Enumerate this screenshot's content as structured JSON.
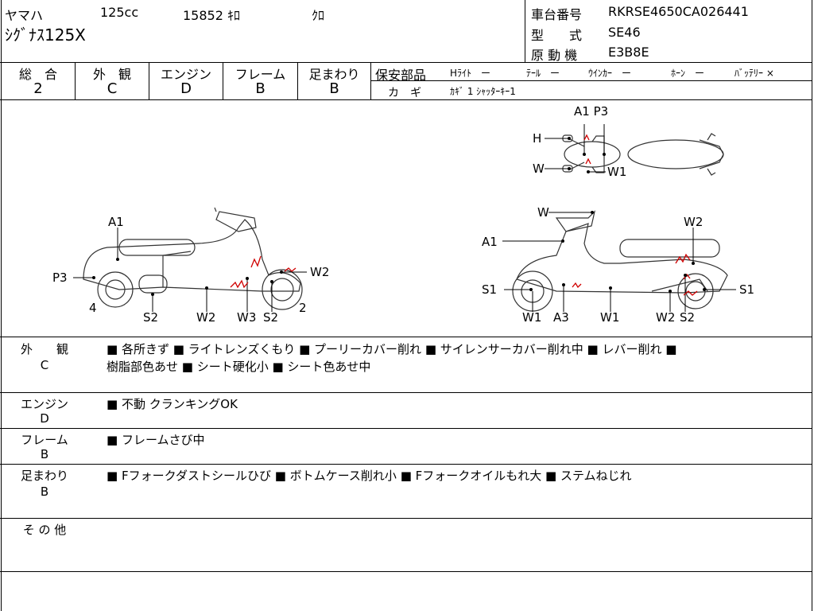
{
  "header": {
    "maker": "ヤマハ",
    "displacement": "125cc",
    "mileage": "15852 ｷﾛ",
    "color": "ｸﾛ",
    "model_name": "ｼｸﾞﾅｽ125X",
    "frame_no_label": "車台番号",
    "frame_no": "RKRSE4650CA026441",
    "type_label": "型　　式",
    "type_value": "SE46",
    "engine_label": "原 動 機",
    "engine_value": "E3B8E"
  },
  "grades": {
    "overall": {
      "label": "総　合",
      "value": "2"
    },
    "exterior": {
      "label": "外　観",
      "value": "C"
    },
    "engine": {
      "label": "エンジン",
      "value": "D"
    },
    "frame": {
      "label": "フレーム",
      "value": "B"
    },
    "suspension": {
      "label": "足まわり",
      "value": "B"
    }
  },
  "security_parts": {
    "label": "保安部品",
    "items": [
      "Hﾗｲﾄ　ー",
      "ﾃｰﾙ　ー",
      "ｳｲﾝｶｰ　ー",
      "ﾎｰﾝ　ー",
      "ﾊﾞｯﾃﾘｰ ×"
    ],
    "key_label": "カ　ギ",
    "key_value": "ｶｷﾞ 1  ｼｬｯﾀｰｷｰ1"
  },
  "diagram_labels": {
    "left": [
      "A1",
      "P3",
      "4",
      "S2",
      "W2",
      "W3",
      "S2",
      "W2",
      "2"
    ],
    "right": [
      "W",
      "A1",
      "S1",
      "W1",
      "A3",
      "W1",
      "W2",
      "S2",
      "W2",
      "S1"
    ],
    "top": [
      "A1 P3",
      "H",
      "W",
      "W1"
    ]
  },
  "notes": {
    "exterior": {
      "label": "外　　観",
      "grade": "C",
      "line1": "■ 各所きず ■ ライトレンズくもり ■ プーリーカバー削れ ■ サイレンサーカバー削れ中 ■ レバー削れ ■",
      "line2": "樹脂部色あせ ■ シート硬化小 ■ シート色あせ中"
    },
    "engine": {
      "label": "エンジン",
      "grade": "D",
      "line1": "■ 不動 クランキングOK"
    },
    "frame": {
      "label": "フレーム",
      "grade": "B",
      "line1": "■ フレームさび中"
    },
    "suspension": {
      "label": "足まわり",
      "grade": "B",
      "line1": "■ Fフォークダストシールひび ■ ボトムケース削れ小 ■ Fフォークオイルもれ大 ■ ステムねじれ"
    },
    "other": {
      "label": "そ の 他"
    }
  }
}
